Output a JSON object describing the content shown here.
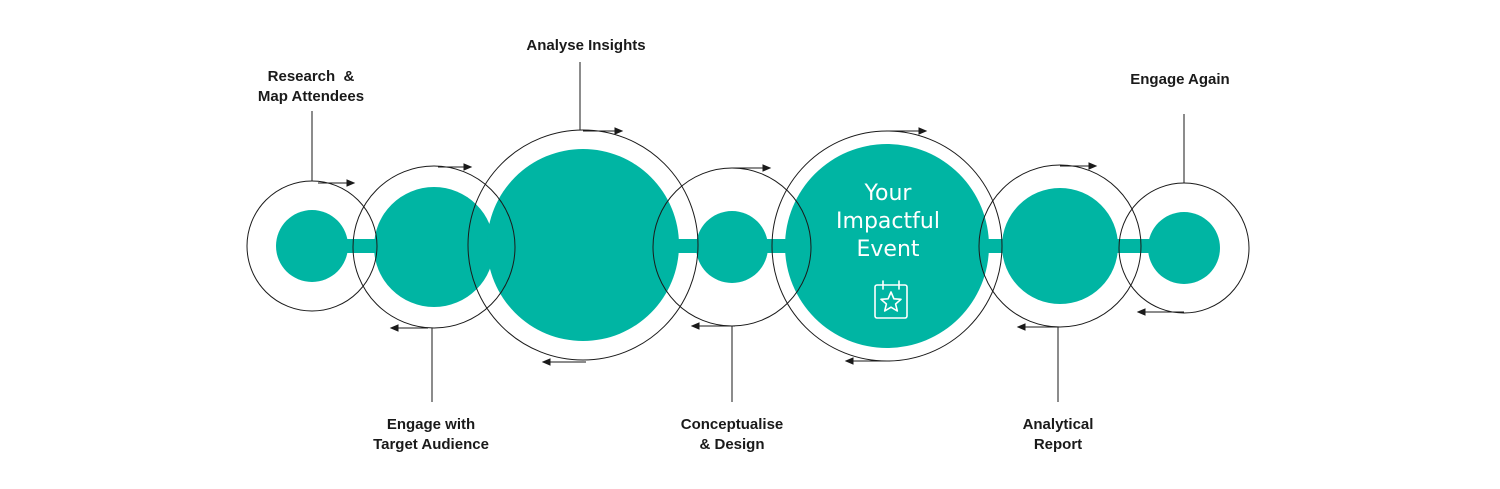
{
  "colors": {
    "teal": "#00b5a3",
    "line": "#1a1a1a",
    "text": "#1a1a1a",
    "center_text": "#ffffff"
  },
  "steps": [
    {
      "line1": "Research  &",
      "line2": "Map Attendees"
    },
    {
      "line1": "Engage with",
      "line2": "Target Audience"
    },
    {
      "line1": "Analyse Insights",
      "line2": ""
    },
    {
      "line1": "Conceptualise",
      "line2": "& Design"
    },
    {
      "line1": "Analytical",
      "line2": "Report"
    },
    {
      "line1": "Engage Again",
      "line2": ""
    }
  ],
  "center": {
    "line1": "Your",
    "line2": "Impactful",
    "line3": "Event",
    "icon": "calendar-star-icon"
  }
}
